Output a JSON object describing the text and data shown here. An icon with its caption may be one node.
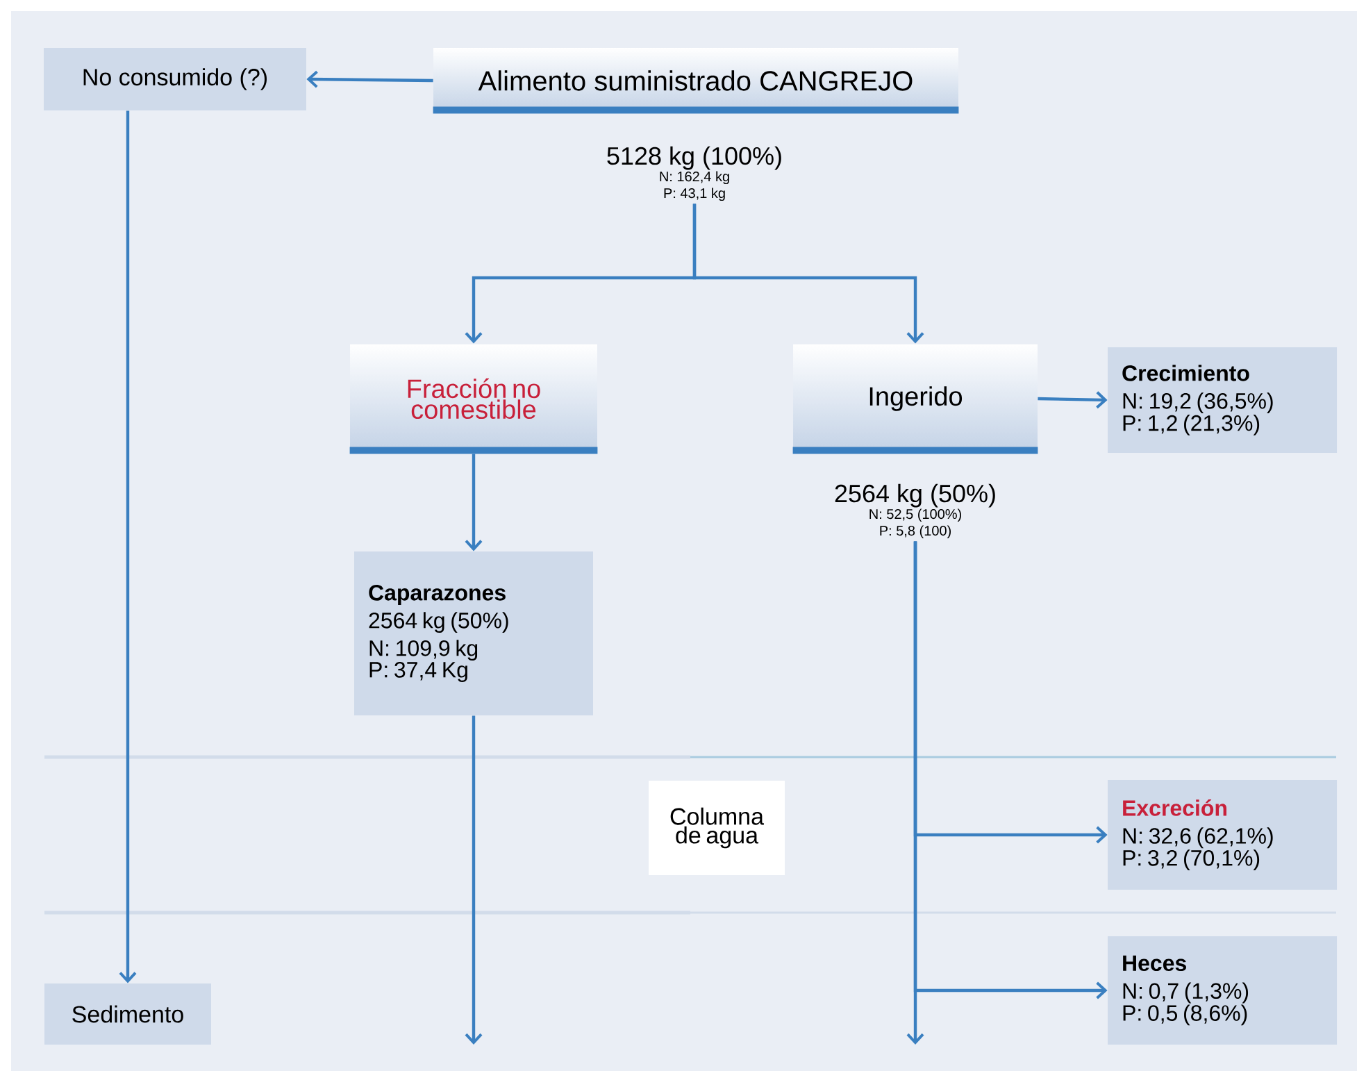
{
  "diagram": {
    "nodes": [
      {
        "text": [
          "No consumido (?)"
        ]
      },
      {
        "text": [
          "Alimento suministrado CANGREJO"
        ],
        "beside": [
          "5128 kg (100%)",
          "N: 162,4 kg",
          "P: 43,1 kg"
        ]
      },
      {
        "text": [
          "Fracción no comestible"
        ]
      },
      {
        "text": [
          "Ingerido"
        ],
        "beside": [
          "2564 kg (50%)",
          "N: 52,5 (100%)",
          "P: 5,8 (100)"
        ]
      },
      {
        "text": [
          "Crecimiento",
          "N: 19,2 (36,5%)",
          "P: 1,2 (21,3%)"
        ]
      },
      {
        "text": [
          "Caparazones",
          "2564 kg (50%)",
          "N: 109,9 kg",
          "P: 37,4 Kg"
        ]
      },
      {
        "text": [
          "Columna de agua"
        ]
      },
      {
        "text": [
          "Excreción",
          "N: 32,6 (62,1%)",
          "P: 3,2 (70,1%)"
        ]
      },
      {
        "text": [
          "Heces",
          "N: 0,7 (1,3%)",
          "P: 0,5 (8,6%)"
        ]
      },
      {
        "text": [
          "Sedimento"
        ]
      }
    ],
    "edges": [
      {
        "from": 1,
        "to": 0,
        "arrow": "to"
      },
      {
        "from": 1,
        "to": 2,
        "arrow": "to"
      },
      {
        "from": 1,
        "to": 3,
        "arrow": "to"
      },
      {
        "from": 3,
        "to": 4,
        "arrow": "to"
      },
      {
        "from": 2,
        "to": 5,
        "arrow": "to"
      },
      {
        "from": 0,
        "to": 9,
        "arrow": "to"
      },
      {
        "from": 5,
        "to": null,
        "arrow": "to"
      },
      {
        "from": 3,
        "to": 7,
        "arrow": "to"
      },
      {
        "from": 3,
        "to": 8,
        "arrow": "to"
      },
      {
        "from": 3,
        "to": null,
        "arrow": "to"
      }
    ]
  }
}
